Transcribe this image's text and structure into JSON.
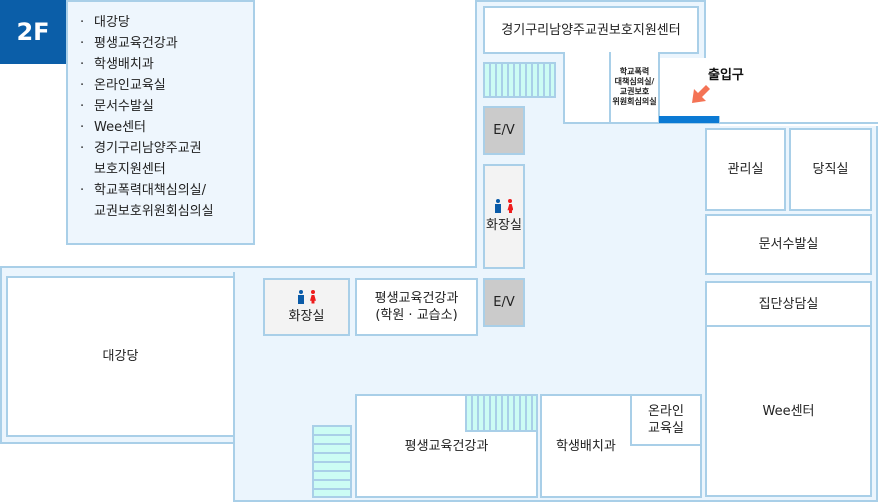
{
  "floor": {
    "label": "2F",
    "badge_color": "#0b5ea8"
  },
  "legend": {
    "bullet": "·",
    "items": [
      "대강당",
      "평생교육건강과",
      "학생배치과",
      "온라인교육실",
      "문서수발실",
      "Wee센터",
      "경기구리남양주교권\n보호지원센터",
      "학교폭력대책심의실/\n교권보호위원회심의실"
    ]
  },
  "rooms": {
    "teacher_rights_center": "경기구리남양주교권보호지원센터",
    "school_violence_room": "학교폭력\n대책심의실/\n교권보호\n위원회심의실",
    "entrance": "출입구",
    "elevator_upper": "E/V",
    "elevator_lower": "E/V",
    "restroom_right": "화장실",
    "restroom_left": "화장실",
    "admin_office": "관리실",
    "duty_room": "당직실",
    "mail_room": "문서수발실",
    "group_counseling": "집단상담실",
    "wee_center": "Wee센터",
    "auditorium": "대강당",
    "lifelong_edu_academy": "평생교육건강과\n(학원 · 교습소)",
    "lifelong_edu": "평생교육건강과",
    "student_placement": "학생배치과",
    "online_edu": "온라인\n교육실"
  },
  "colors": {
    "wall": "#a9cfe8",
    "corridor": "#ebf5fd",
    "stairs": "#ccfcf4",
    "elevator": "#cbcbcb",
    "entrance_bar": "#0b7ad4",
    "entrance_arrow": "#f47355",
    "male": "#0a5ba8",
    "female": "#ee1c1c"
  }
}
